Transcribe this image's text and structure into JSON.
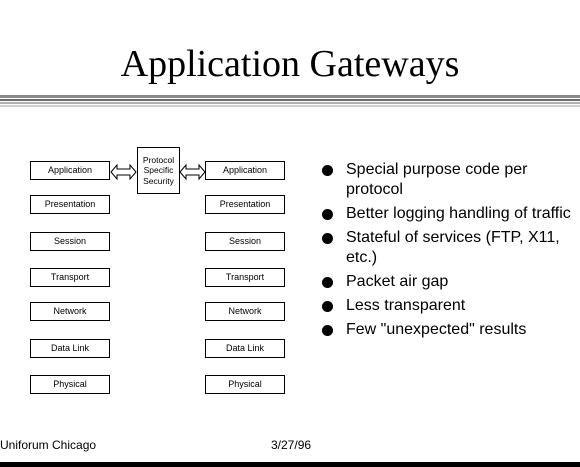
{
  "slide": {
    "title": "Application Gateways",
    "left_stack": [
      "Application",
      "Presentation",
      "Session",
      "Transport",
      "Network",
      "Data Link",
      "Physical"
    ],
    "right_stack": [
      "Application",
      "Presentation",
      "Session",
      "Transport",
      "Network",
      "Data Link",
      "Physical"
    ],
    "protocol_box": [
      "Protocol",
      "Specific",
      "Security"
    ],
    "bullets": [
      "Special purpose code per protocol",
      "Better logging handling of traffic",
      "Stateful of services (FTP, X11, etc.)",
      "Packet air gap",
      "Less transparent",
      "Few \"unexpected\" results"
    ],
    "footer": {
      "left": "Uniforum Chicago",
      "date": "3/27/96"
    }
  }
}
